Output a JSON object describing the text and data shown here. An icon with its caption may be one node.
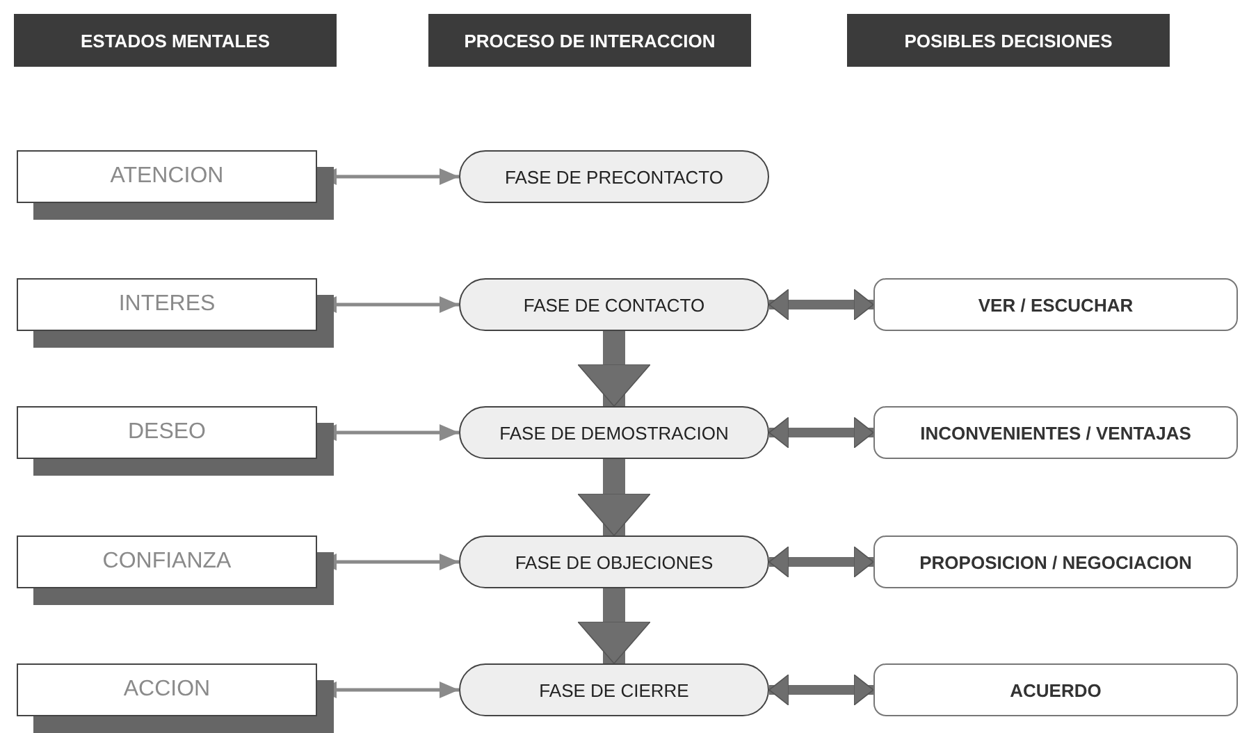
{
  "diagram": {
    "nodes": [
      {
        "text": [
          "ESTADOS MENTALES"
        ]
      },
      {
        "text": [
          "PROCESO DE INTERACCION"
        ]
      },
      {
        "text": [
          "POSIBLES DECISIONES"
        ]
      },
      {
        "text": [
          "ATENCION"
        ]
      },
      {
        "text": [
          "FASE DE PRECONTACTO"
        ]
      },
      {
        "text": [
          "INTERES"
        ]
      },
      {
        "text": [
          "FASE DE CONTACTO"
        ]
      },
      {
        "text": [
          "VER / ESCUCHAR"
        ]
      },
      {
        "text": [
          "DESEO"
        ]
      },
      {
        "text": [
          "FASE DE DEMOSTRACION"
        ]
      },
      {
        "text": [
          "INCONVENIENTES / VENTAJAS"
        ]
      },
      {
        "text": [
          "CONFIANZA"
        ]
      },
      {
        "text": [
          "FASE DE OBJECIONES"
        ]
      },
      {
        "text": [
          "PROPOSICION / NEGOCIACION"
        ]
      },
      {
        "text": [
          "ACCION"
        ]
      },
      {
        "text": [
          "FASE DE CIERRE"
        ]
      },
      {
        "text": [
          "ACUERDO"
        ]
      }
    ],
    "edges": [
      {
        "from": 3,
        "to": 4,
        "arrow": "both"
      },
      {
        "from": 5,
        "to": 6,
        "arrow": "both"
      },
      {
        "from": 6,
        "to": 7,
        "arrow": "both"
      },
      {
        "from": 6,
        "to": 9,
        "arrow": "to",
        "style": "thick"
      },
      {
        "from": 8,
        "to": 9,
        "arrow": "both"
      },
      {
        "from": 9,
        "to": 10,
        "arrow": "both"
      },
      {
        "from": 9,
        "to": 12,
        "arrow": "to",
        "style": "thick"
      },
      {
        "from": 11,
        "to": 12,
        "arrow": "both"
      },
      {
        "from": 12,
        "to": 13,
        "arrow": "both"
      },
      {
        "from": 12,
        "to": 15,
        "arrow": "to",
        "style": "thick"
      },
      {
        "from": 14,
        "to": 15,
        "arrow": "both"
      },
      {
        "from": 15,
        "to": 16,
        "arrow": "both"
      }
    ]
  }
}
